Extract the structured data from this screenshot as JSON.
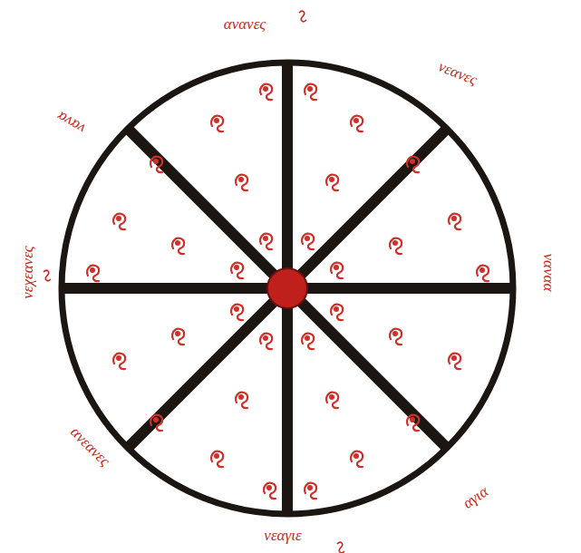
{
  "diagram": {
    "labels": [
      "ανανες",
      "νεανες",
      "ναναα",
      "αγια",
      "νεαγιε",
      "ανεανες",
      "νεχεανες",
      "νανα"
    ]
  }
}
